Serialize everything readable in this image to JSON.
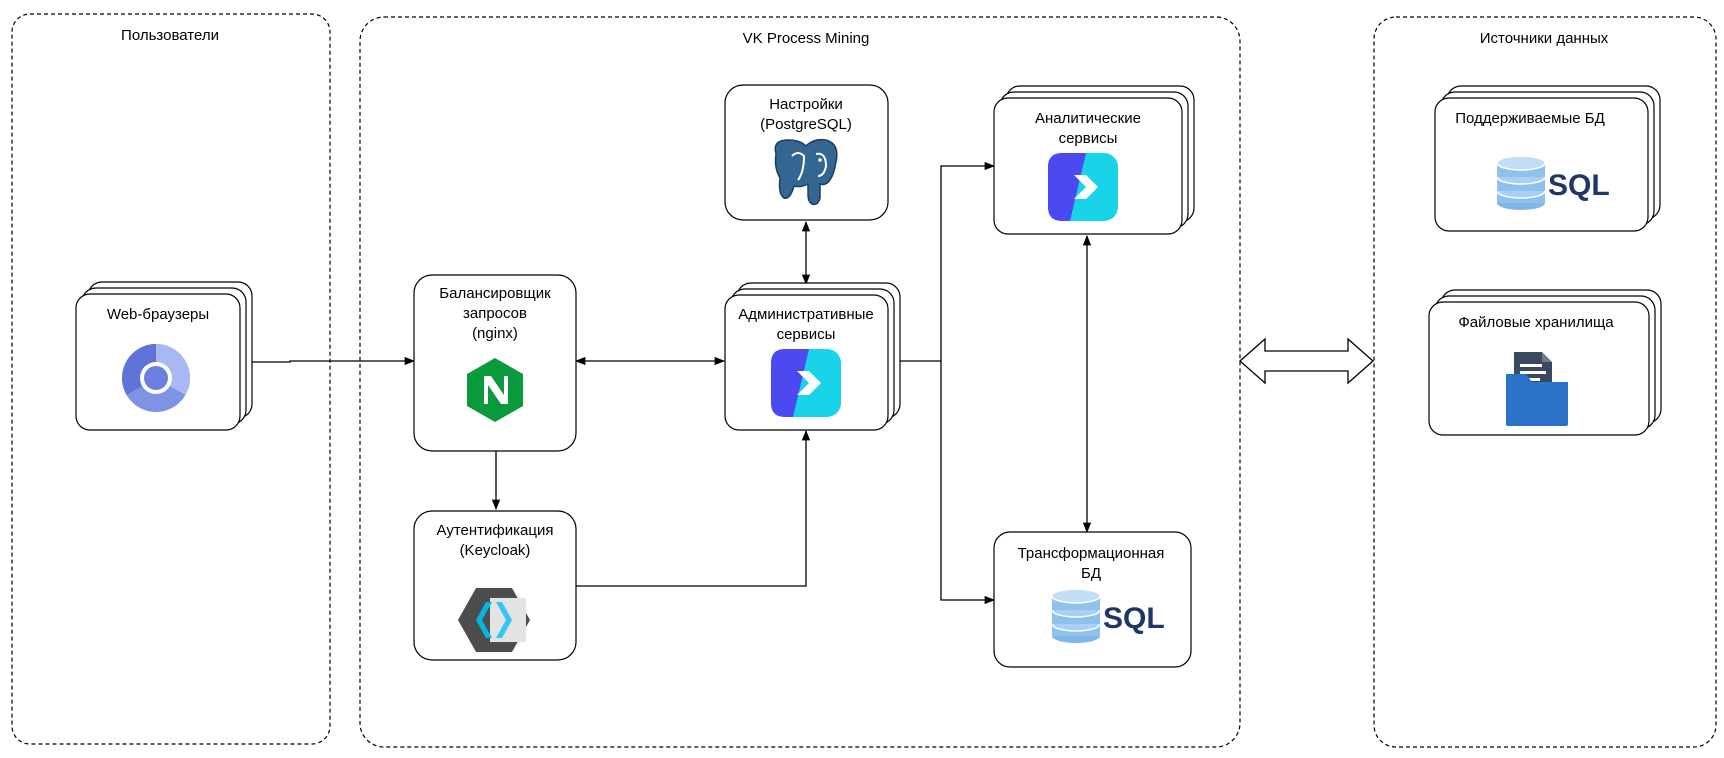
{
  "zones": {
    "users": "Пользователи",
    "platform": "VK Process Mining",
    "sources": "Источники данных"
  },
  "nodes": {
    "browsers": "Web-браузеры",
    "balancer": [
      "Балансировщик",
      "запросов",
      "(nginx)"
    ],
    "auth": [
      "Аутентификация",
      "(Keycloak)"
    ],
    "settings": [
      "Настройки",
      "(PostgreSQL)"
    ],
    "admin": [
      "Административные",
      "сервисы"
    ],
    "analytics": [
      "Аналитические",
      "сервисы"
    ],
    "transform": [
      "Трансформационная",
      "БД"
    ],
    "supported_db": "Поддерживаемые БД",
    "file_storage": "Файловые хранилища"
  },
  "icons": {
    "browsers": "chromium-icon",
    "balancer": "nginx-icon",
    "auth": "keycloak-icon",
    "settings": "postgresql-elephant-icon",
    "admin": "vk-process-mining-icon",
    "analytics": "vk-process-mining-icon",
    "transform": "sql-database-icon",
    "supported_db": "sql-database-icon",
    "file_storage": "folder-document-icon"
  },
  "sql_text": "SQL",
  "colors": {
    "zone_border": "#000000",
    "vk_blue": "#4a4af0",
    "vk_cyan": "#19d3e8",
    "nginx_green": "#0a9a3c",
    "db_blue": "#8ec1ee",
    "sql_navy": "#1e3766",
    "folder_blue": "#2a73c8",
    "pg_blue": "#336791",
    "chromium_blue": "#6a7fde"
  }
}
